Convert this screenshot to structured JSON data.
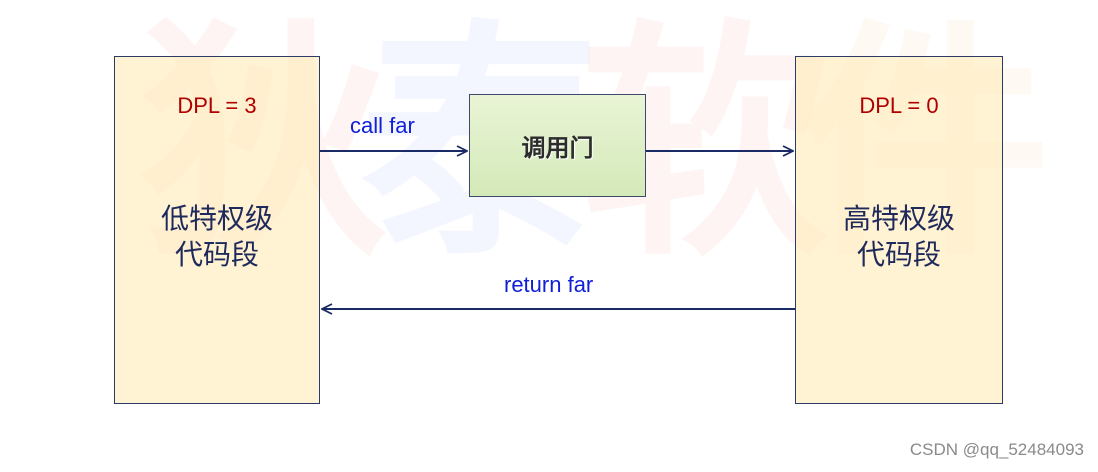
{
  "watermark": {
    "chars": [
      "狄",
      "泰",
      "软",
      "件"
    ]
  },
  "left_segment": {
    "dpl": "DPL = 3",
    "line1": "低特权级",
    "line2": "代码段"
  },
  "right_segment": {
    "dpl": "DPL = 0",
    "line1": "高特权级",
    "line2": "代码段"
  },
  "gate": {
    "label": "调用门"
  },
  "arrows": {
    "call_label": "call far",
    "return_label": "return far"
  },
  "footer": {
    "credit": "CSDN @qq_52484093"
  },
  "colors": {
    "segment_fill": "#fff0c4",
    "gate_fill": "#dcedc4",
    "border": "#2b3a67",
    "dpl_text": "#b00000",
    "arrow_label": "#1020d8",
    "segment_text": "#1f2a5c",
    "arrow_line": "#1a2a66"
  }
}
